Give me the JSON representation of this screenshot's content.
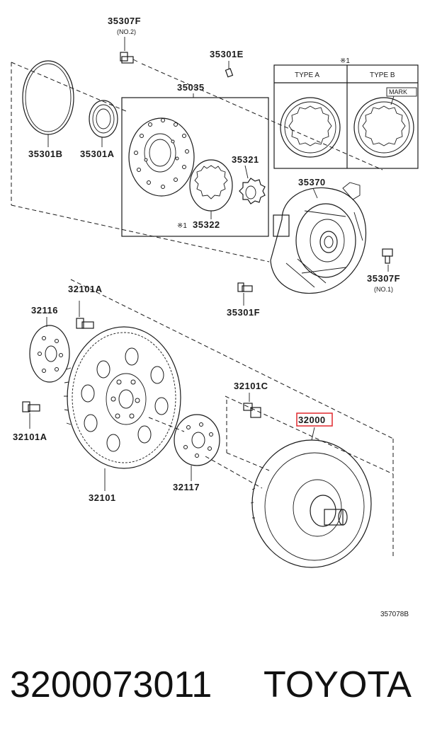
{
  "parts": {
    "p35307F_top": {
      "code": "35307F",
      "note": "(NO.2)"
    },
    "p35301E": {
      "code": "35301E"
    },
    "p35035": {
      "code": "35035"
    },
    "p35301B": {
      "code": "35301B"
    },
    "p35301A": {
      "code": "35301A"
    },
    "p35321": {
      "code": "35321"
    },
    "p35322": {
      "code": "35322",
      "prefix": "※1"
    },
    "p35370": {
      "code": "35370"
    },
    "p35307F_bottom": {
      "code": "35307F",
      "note": "(NO.1)"
    },
    "p35301F": {
      "code": "35301F"
    },
    "p32101A_top": {
      "code": "32101A"
    },
    "p32116": {
      "code": "32116"
    },
    "p32101C": {
      "code": "32101C"
    },
    "p32000": {
      "code": "32000",
      "highlight_color": "#e0282e"
    },
    "p32101A_left": {
      "code": "32101A"
    },
    "p32101": {
      "code": "32101"
    },
    "p32117": {
      "code": "32117"
    }
  },
  "inset": {
    "marker": "※1",
    "type_a": "TYPE A",
    "type_b": "TYPE B",
    "mark": "MARK"
  },
  "diagram_id": "357078B",
  "footer": {
    "part_number": "3200073011",
    "brand": "TOYOTA"
  }
}
